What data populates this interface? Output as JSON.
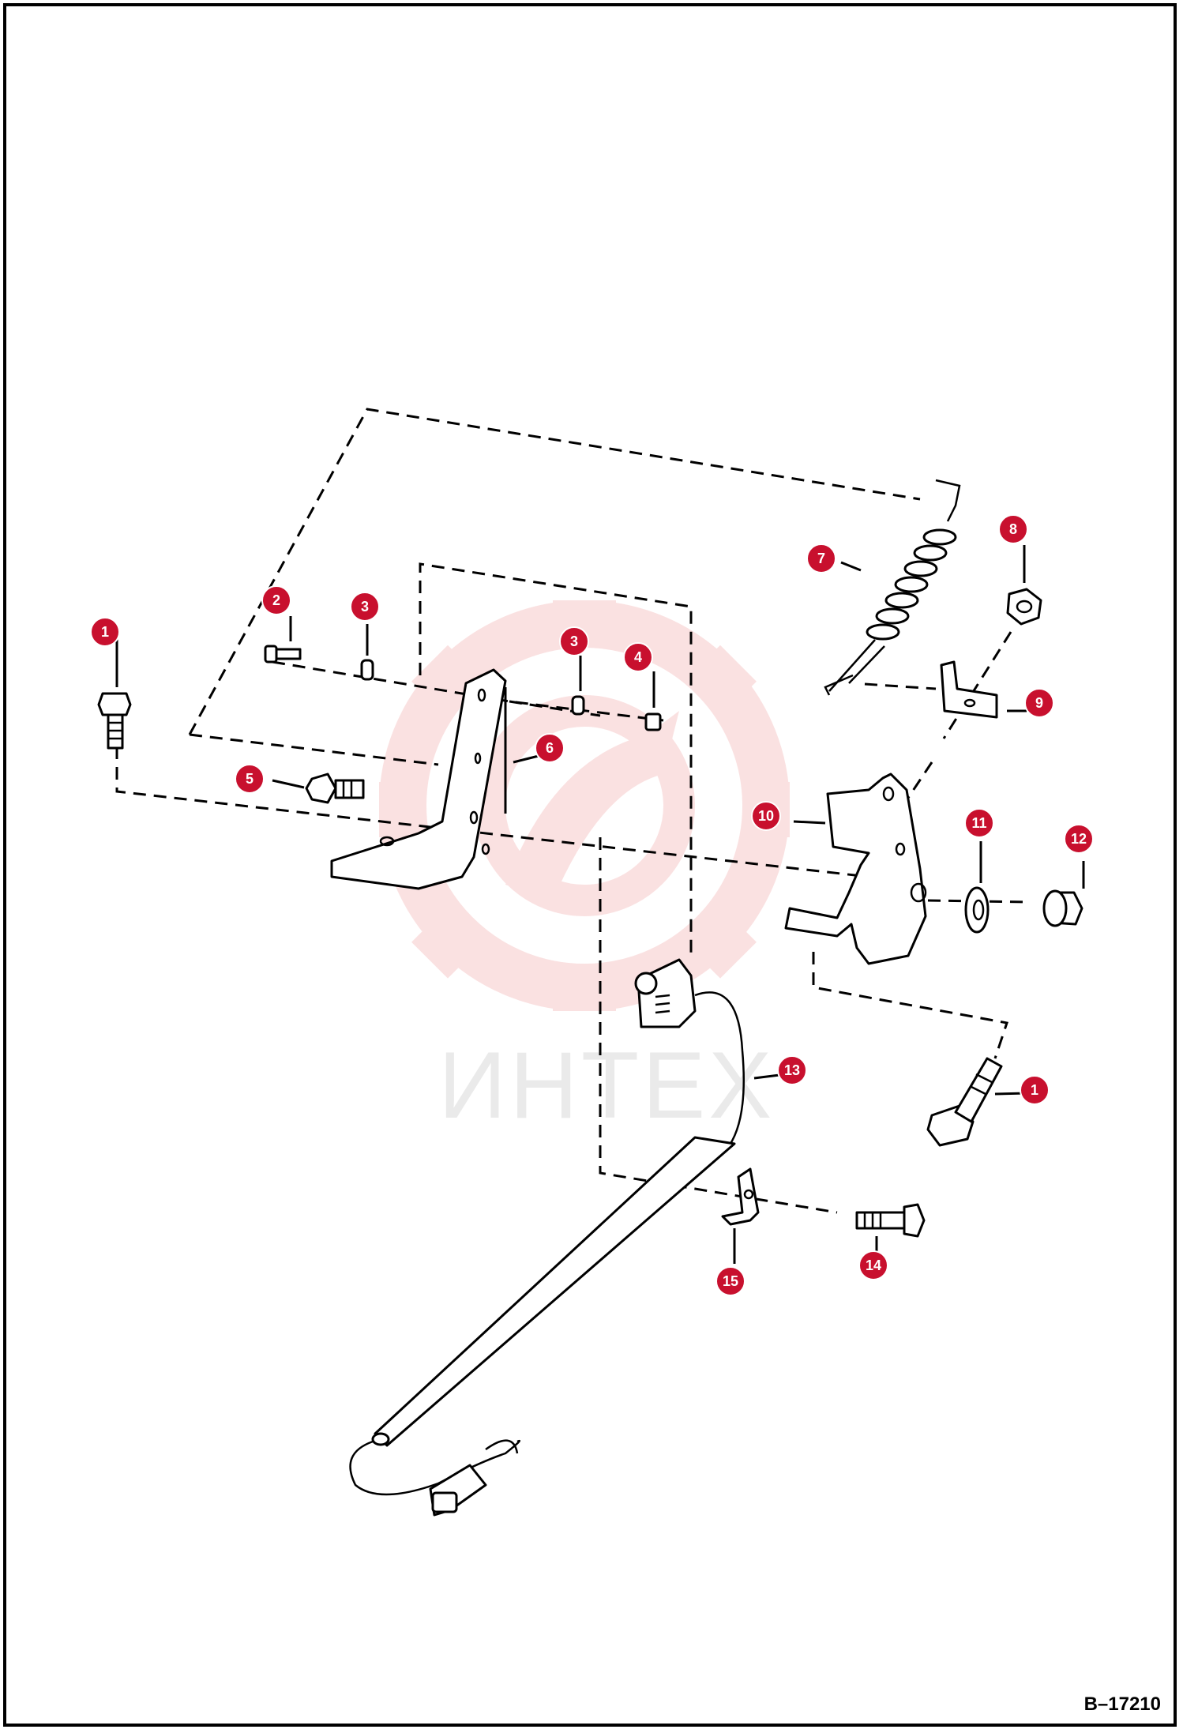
{
  "watermark": {
    "text": "ИНТЕХ",
    "color": "#f7caca"
  },
  "figure_reference": "B–17210",
  "callout_color": "#c8102e",
  "callouts": [
    {
      "id": "callout-1a",
      "label": "1"
    },
    {
      "id": "callout-2",
      "label": "2"
    },
    {
      "id": "callout-3a",
      "label": "3"
    },
    {
      "id": "callout-3b",
      "label": "3"
    },
    {
      "id": "callout-4",
      "label": "4"
    },
    {
      "id": "callout-5",
      "label": "5"
    },
    {
      "id": "callout-6",
      "label": "6"
    },
    {
      "id": "callout-7",
      "label": "7"
    },
    {
      "id": "callout-8",
      "label": "8"
    },
    {
      "id": "callout-9",
      "label": "9"
    },
    {
      "id": "callout-10",
      "label": "10"
    },
    {
      "id": "callout-11",
      "label": "11"
    },
    {
      "id": "callout-12",
      "label": "12"
    },
    {
      "id": "callout-13",
      "label": "13"
    },
    {
      "id": "callout-1b",
      "label": "1"
    },
    {
      "id": "callout-14",
      "label": "14"
    },
    {
      "id": "callout-15",
      "label": "15"
    }
  ]
}
